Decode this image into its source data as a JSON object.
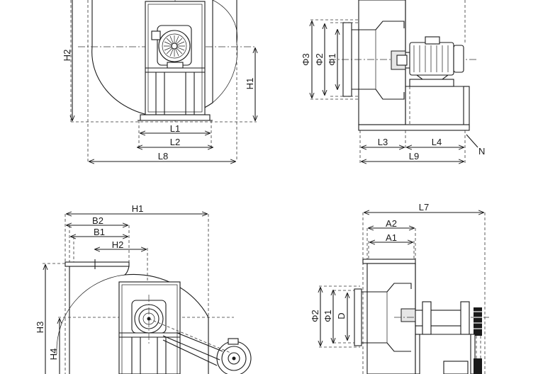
{
  "views": {
    "front_top": {
      "dims": {
        "h2": "H2",
        "h1": "H1",
        "l1": "L1",
        "l2": "L2",
        "l8": "L8"
      }
    },
    "side_top": {
      "dims": {
        "phi3": "Φ3",
        "phi2": "Φ2",
        "phi1": "Φ1",
        "l3": "L3",
        "l4": "L4",
        "l9": "L9",
        "n": "N"
      }
    },
    "front_bottom": {
      "dims": {
        "h1": "H1",
        "b2": "B2",
        "b1": "B1",
        "h2": "H2",
        "h3": "H3",
        "h4": "H4"
      }
    },
    "side_bottom": {
      "dims": {
        "l7": "L7",
        "a2": "A2",
        "a1": "A1",
        "phi2": "Φ2",
        "phi1": "Φ1",
        "d": "D"
      }
    }
  }
}
